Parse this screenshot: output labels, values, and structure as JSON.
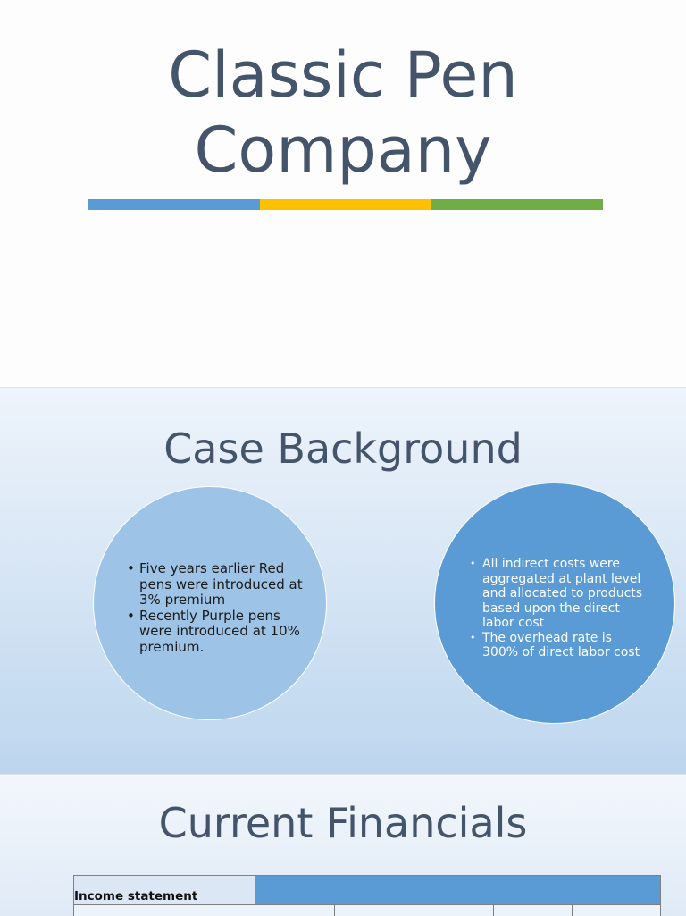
{
  "slide1": {
    "title_line1": "Classic Pen",
    "title_line2": "Company",
    "accent_colors": [
      "#5b9bd5",
      "#ffc000",
      "#70ad47"
    ]
  },
  "slide2": {
    "title": "Case Background",
    "left_bullets": [
      "Five years earlier Red pens were introduced at 3% premium",
      "Recently Purple pens were introduced at 10% premium."
    ],
    "right_bullets": [
      "All indirect costs were aggregated at plant level and allocated to products based upon the direct labor cost",
      "The overhead rate is 300% of direct labor cost"
    ],
    "circle_colors": [
      "#9dc3e6",
      "#5b9bd5"
    ]
  },
  "slide3": {
    "title": "Current Financials",
    "table": {
      "header_label": "Income statement"
    }
  }
}
